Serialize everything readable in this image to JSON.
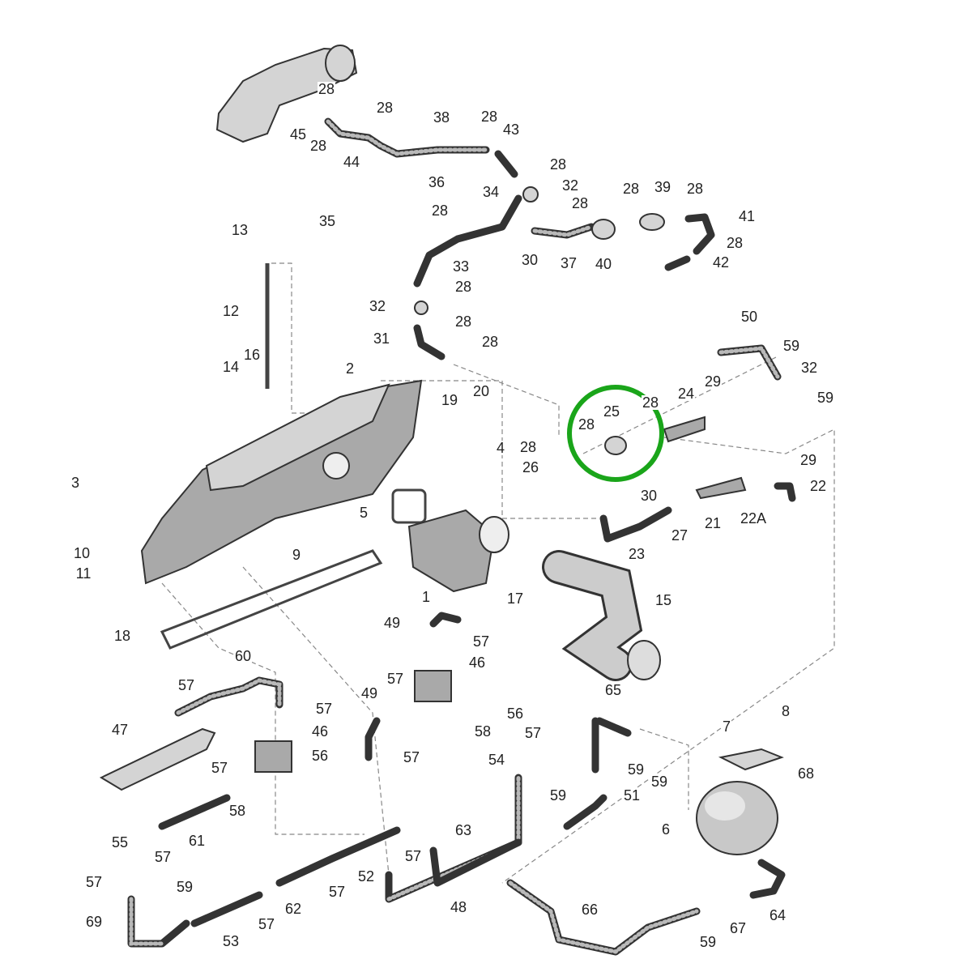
{
  "title": "Intake manifold and vacuum hose parts diagram",
  "highlight_color": "#1aa51a",
  "highlighted_part": "25",
  "callouts": [
    "28",
    "45",
    "28",
    "44",
    "28",
    "38",
    "28",
    "43",
    "28",
    "32",
    "28",
    "36",
    "35",
    "34",
    "28",
    "30",
    "37",
    "40",
    "28",
    "39",
    "28",
    "41",
    "28",
    "42",
    "13",
    "12",
    "14",
    "16",
    "33",
    "28",
    "32",
    "28",
    "31",
    "28",
    "2",
    "19",
    "20",
    "4",
    "28",
    "26",
    "28",
    "25",
    "28",
    "24",
    "29",
    "50",
    "59",
    "32",
    "59",
    "29",
    "22",
    "22A",
    "30",
    "27",
    "21",
    "23",
    "3",
    "5",
    "10",
    "11",
    "9",
    "1",
    "17",
    "15",
    "18",
    "49",
    "57",
    "46",
    "60",
    "57",
    "57",
    "46",
    "56",
    "47",
    "57",
    "58",
    "55",
    "61",
    "57",
    "57",
    "49",
    "56",
    "58",
    "57",
    "54",
    "57",
    "65",
    "59",
    "59",
    "59",
    "51",
    "63",
    "52",
    "57",
    "57",
    "62",
    "57",
    "53",
    "59",
    "57",
    "69",
    "48",
    "66",
    "8",
    "7",
    "68",
    "6",
    "64",
    "67",
    "59"
  ]
}
